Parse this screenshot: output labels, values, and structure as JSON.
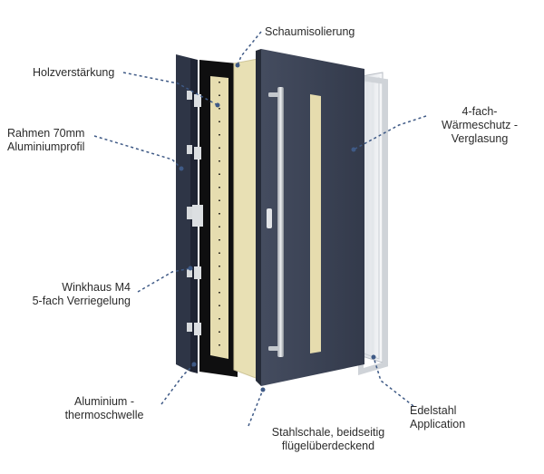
{
  "colors": {
    "anthracite": "#3a4254",
    "anthracite_dark": "#2b3141",
    "insulation_beige": "#e8e0b4",
    "frame_black": "#111111",
    "steel": "#c9ccd1",
    "leader_line": "#3f5a86",
    "text": "#2b2b2b"
  },
  "labels": {
    "schaumisolierung": "Schaumisolierung",
    "holzverstaerkung": "Holzverstärkung",
    "rahmen_line1": "Rahmen 70mm",
    "rahmen_line2": "Aluminiumprofil",
    "waermeschutz_line1": "4-fach-",
    "waermeschutz_line2": "Wärmeschutz -",
    "waermeschutz_line3": "Verglasung",
    "winkhaus_line1": "Winkhaus M4",
    "winkhaus_line2": "5-fach Verriegelung",
    "schwelle_line1": "Aluminium -",
    "schwelle_line2": "thermoschwelle",
    "stahlschale_line1": "Stahlschale, beidseitig",
    "stahlschale_line2": "flügelüberdeckend",
    "edelstahl_line1": "Edelstahl",
    "edelstahl_line2": "Application"
  }
}
